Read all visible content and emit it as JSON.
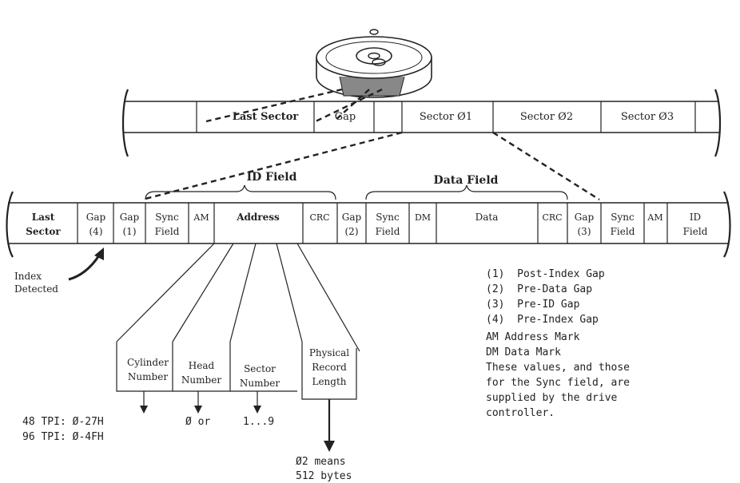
{
  "track": {
    "sectors": [
      "Last Sector",
      "Gap",
      "Sector Ø1",
      "Sector Ø2",
      "Sector Ø3"
    ]
  },
  "fields": {
    "id_field_title": "ID Field",
    "data_field_title": "Data Field",
    "last_sector": [
      "Last",
      "Sector"
    ],
    "gap4": [
      "Gap",
      "(4)"
    ],
    "gap1": [
      "Gap",
      "(1)"
    ],
    "sync1": [
      "Sync",
      "Field"
    ],
    "am1": "AM",
    "address": "Address",
    "crc1": "CRC",
    "gap2": [
      "Gap",
      "(2)"
    ],
    "sync2": [
      "Sync",
      "Field"
    ],
    "dm": "DM",
    "data": "Data",
    "crc2": "CRC",
    "gap3": [
      "Gap",
      "(3)"
    ],
    "sync3": [
      "Sync",
      "Field"
    ],
    "am2": "AM",
    "id_next": [
      "ID",
      "Field"
    ]
  },
  "index_label": [
    "Index",
    "Detected"
  ],
  "address_parts": {
    "cylinder": [
      "Cylinder",
      "Number"
    ],
    "head": [
      "Head",
      "Number"
    ],
    "sector": [
      "Sector",
      "Number"
    ],
    "record": [
      "Physical",
      "Record",
      "Length"
    ]
  },
  "values": {
    "tpi48": "48 TPI: Ø-27H",
    "tpi96": "96 TPI: Ø-4FH",
    "head": "Ø or",
    "sector": "1...9",
    "record": [
      "Ø2 means",
      "512 bytes"
    ]
  },
  "legend": {
    "gaps": [
      "(1)  Post-Index Gap",
      "(2)  Pre-Data Gap",
      "(3)  Pre-ID Gap",
      "(4)  Pre-Index Gap"
    ],
    "notes": [
      "AM Address Mark",
      "DM Data Mark",
      "These values, and those",
      "for the Sync field, are",
      "supplied by the drive",
      "controller."
    ]
  }
}
